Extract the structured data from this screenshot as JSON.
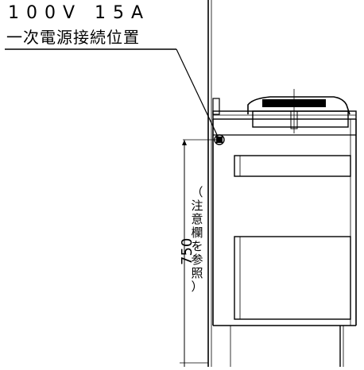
{
  "labels": {
    "power_spec": "100V 15A",
    "connection_position": "一次電源接続位置"
  },
  "dimension": {
    "height_value": "750",
    "height_note": "（注意欄を参照）"
  },
  "colors": {
    "line": "#000000",
    "background": "#ffffff"
  }
}
